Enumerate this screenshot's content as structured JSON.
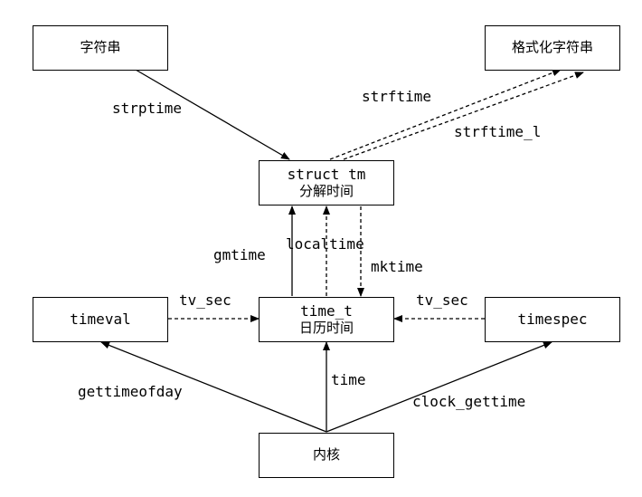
{
  "nodes": {
    "string": {
      "label": "字符串"
    },
    "formatted": {
      "label": "格式化字符串"
    },
    "struct_tm": {
      "line1": "struct tm",
      "line2": "分解时间"
    },
    "time_t": {
      "line1": "time_t",
      "line2": "日历时间"
    },
    "timeval": {
      "label": "timeval"
    },
    "timespec": {
      "label": "timespec"
    },
    "kernel": {
      "label": "内核"
    }
  },
  "edges": {
    "strptime": "strptime",
    "strftime": "strftime",
    "strftime_l": "strftime_l",
    "gmtime": "gmtime",
    "localtime": "localtime",
    "mktime": "mktime",
    "tv_sec_left": "tv_sec",
    "tv_sec_right": "tv_sec",
    "gettimeofday": "gettimeofday",
    "time": "time",
    "clock_gettime": "clock_gettime"
  }
}
